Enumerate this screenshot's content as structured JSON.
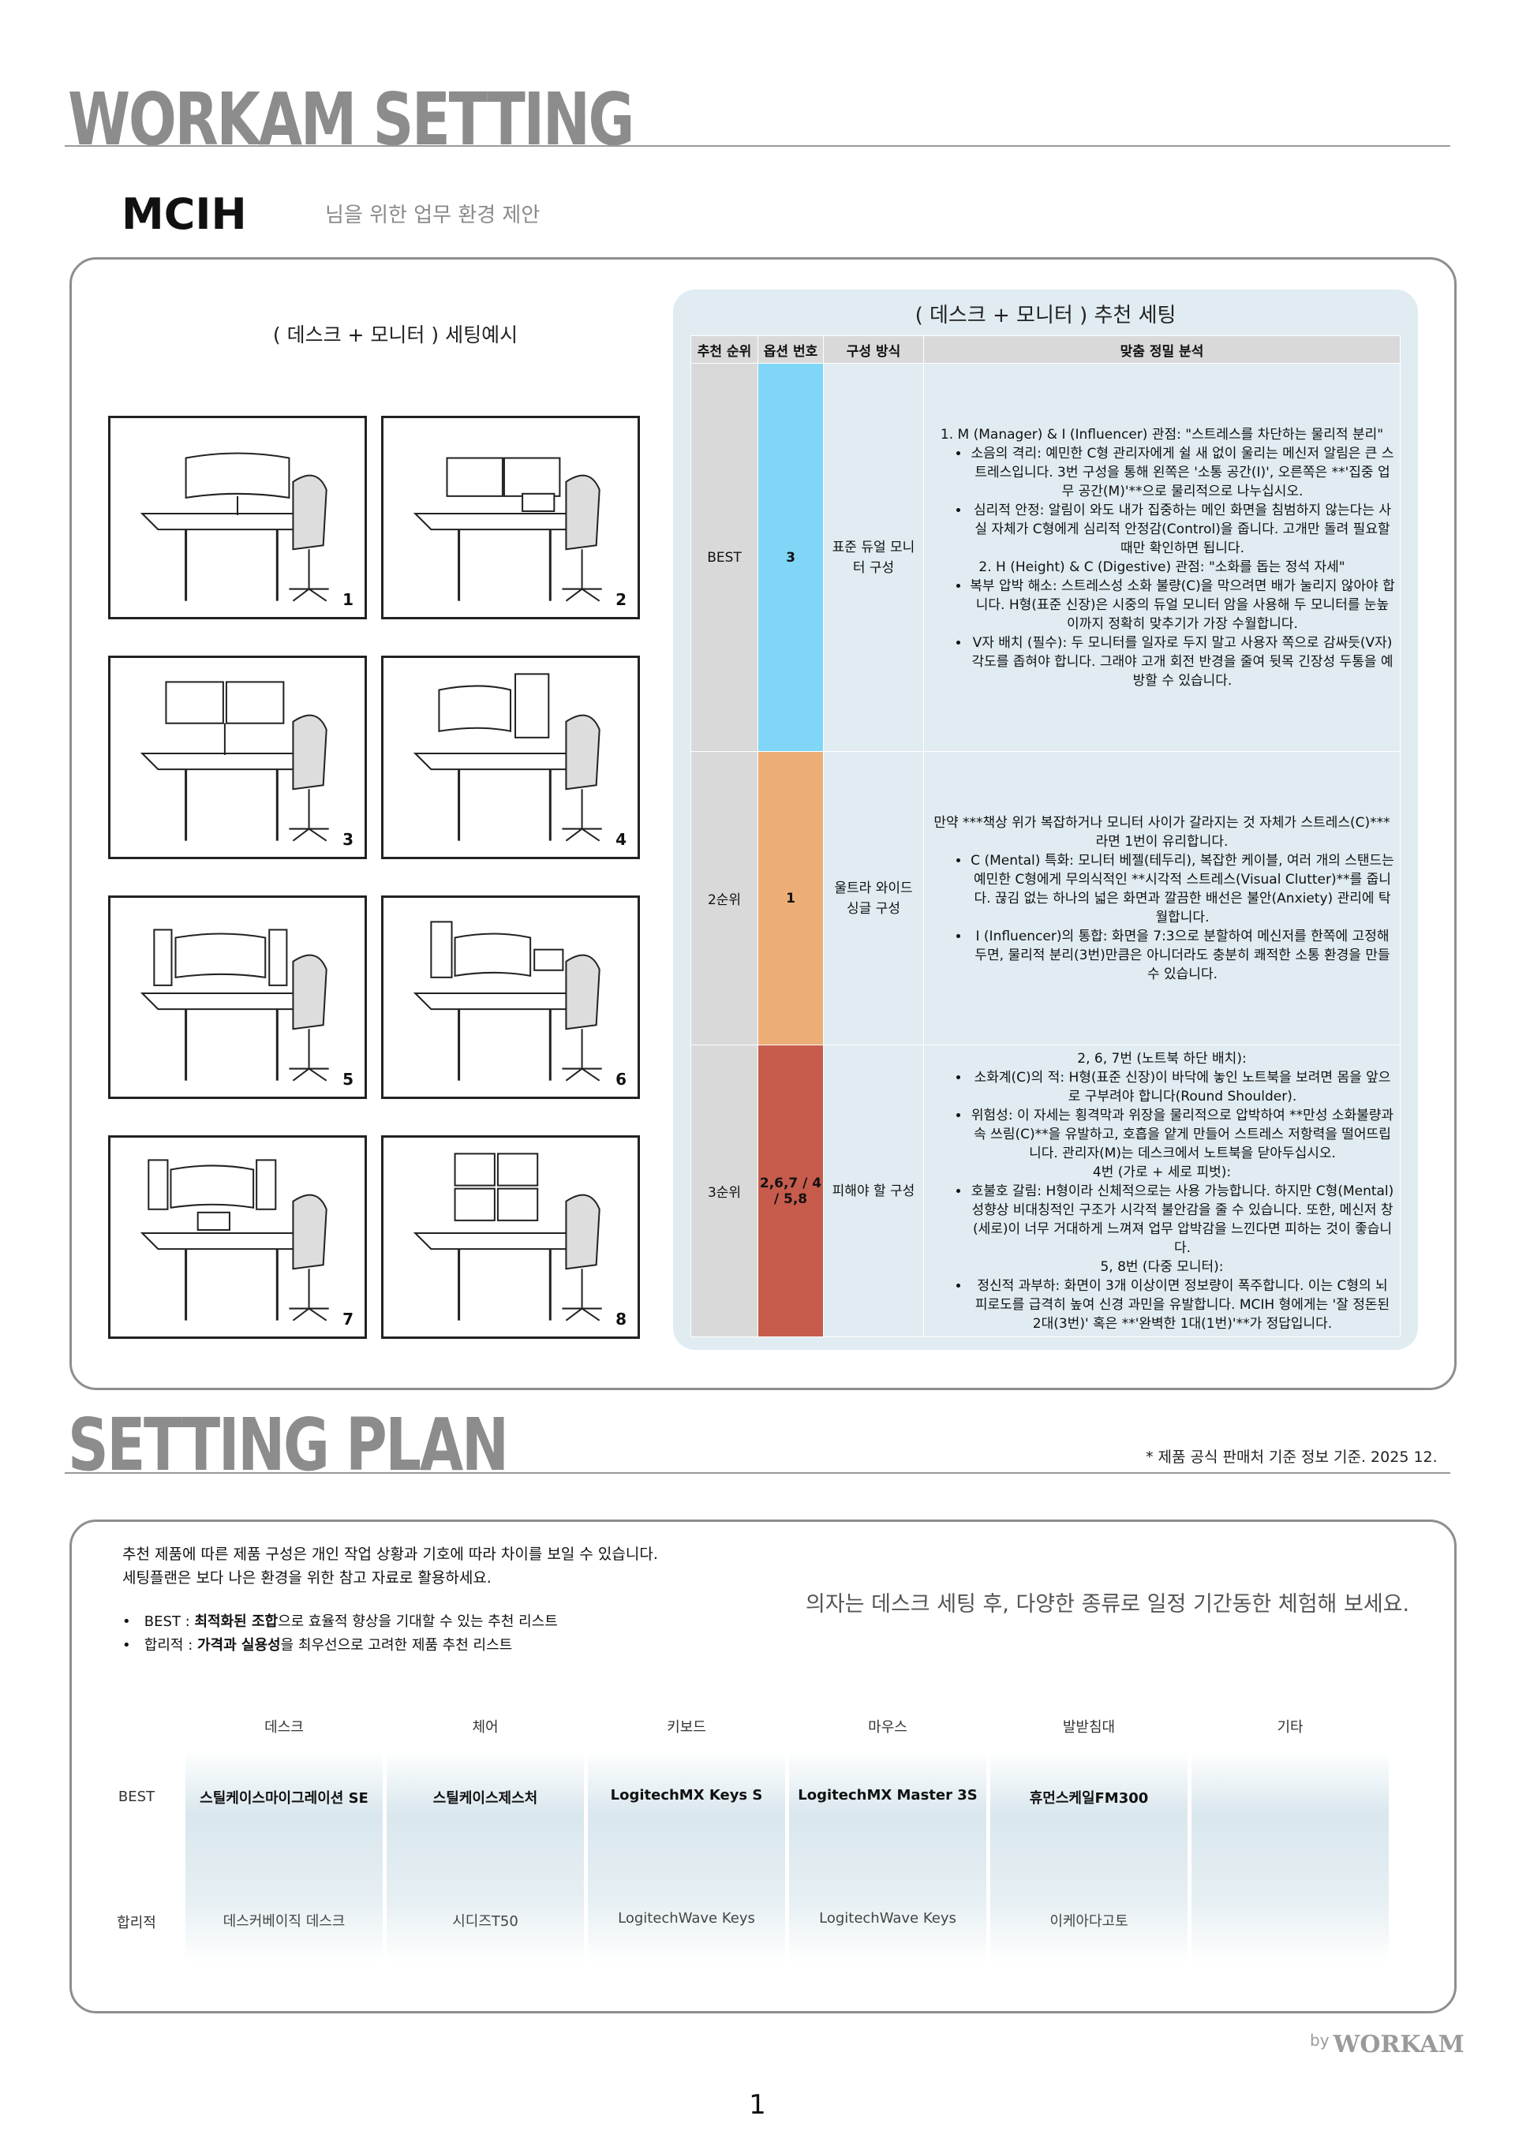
{
  "header": {
    "title": "WORKAM SETTING",
    "name": "MCIH",
    "tagline": "님을 위한 업무 환경 제안"
  },
  "examples": {
    "title": "( 데스크 + 모니터 ) 세팅예시",
    "numbers": [
      "1",
      "2",
      "3",
      "4",
      "5",
      "6",
      "7",
      "8"
    ]
  },
  "recommend": {
    "title": "( 데스크 + 모니터 ) 추천 세팅",
    "columns": [
      "추천 순위",
      "옵션 번호",
      "구성 방식",
      "맞춤 정밀 분석"
    ],
    "rows": [
      {
        "rank": "BEST",
        "option": "3",
        "composition": "표준 듀얼 모니터 구성",
        "color": "#7fd6f7",
        "blocks": [
          {
            "type": "p",
            "text": "1. M (Manager) & I (Influencer) 관점: \"스트레스를 차단하는 물리적 분리\""
          },
          {
            "type": "li",
            "text": "소음의 격리: 예민한 C형 관리자에게 쉴 새 없이 울리는 메신저 알림은 큰 스트레스입니다. 3번 구성을 통해 왼쪽은 '소통 공간(I)', 오른쪽은 **'집중 업무 공간(M)'**으로 물리적으로 나누십시오."
          },
          {
            "type": "li",
            "text": "심리적 안정: 알림이 와도 내가 집중하는 메인 화면을 침범하지 않는다는 사실 자체가 C형에게 심리적 안정감(Control)을 줍니다. 고개만 돌려 필요할 때만 확인하면 됩니다."
          },
          {
            "type": "p",
            "text": "2. H (Height) & C (Digestive) 관점: \"소화를 돕는 정석 자세\""
          },
          {
            "type": "li",
            "text": "복부 압박 해소: 스트레스성 소화 불량(C)을 막으려면 배가 눌리지 않아야 합니다. H형(표준 신장)은 시중의 듀얼 모니터 암을 사용해 두 모니터를 눈높이까지 정확히 맞추기가 가장 수월합니다."
          },
          {
            "type": "li",
            "text": "V자 배치 (필수): 두 모니터를 일자로 두지 말고 사용자 쪽으로 감싸듯(V자) 각도를 좁혀야 합니다. 그래야 고개 회전 반경을 줄여 뒷목 긴장성 두통을 예방할 수 있습니다."
          }
        ]
      },
      {
        "rank": "2순위",
        "option": "1",
        "composition": "울트라 와이드 싱글 구성",
        "color": "#ecae76",
        "blocks": [
          {
            "type": "p",
            "text": "만약 ***책상 위가 복잡하거나 모니터 사이가 갈라지는 것 자체가 스트레스(C)***라면 1번이 유리합니다."
          },
          {
            "type": "li",
            "text": "C (Mental) 특화: 모니터 베젤(테두리), 복잡한 케이블, 여러 개의 스탠드는 예민한 C형에게 무의식적인 **시각적 스트레스(Visual Clutter)**를 줍니다. 끊김 없는 하나의 넓은 화면과 깔끔한 배선은 불안(Anxiety) 관리에 탁월합니다."
          },
          {
            "type": "li",
            "text": "I (Influencer)의 통합: 화면을 7:3으로 분할하여 메신저를 한쪽에 고정해두면, 물리적 분리(3번)만큼은 아니더라도 충분히 쾌적한 소통 환경을 만들 수 있습니다."
          }
        ]
      },
      {
        "rank": "3순위",
        "option": "2,6,7 / 4 / 5,8",
        "composition": "피해야 할 구성",
        "color": "#c75c4c",
        "blocks": [
          {
            "type": "p",
            "text": "2, 6, 7번 (노트북 하단 배치):"
          },
          {
            "type": "li",
            "text": "소화계(C)의 적: H형(표준 신장)이 바닥에 놓인 노트북을 보려면 몸을 앞으로 구부려야 합니다(Round Shoulder)."
          },
          {
            "type": "li",
            "text": "위험성: 이 자세는 횡격막과 위장을 물리적으로 압박하여 **만성 소화불량과 속 쓰림(C)**을 유발하고, 호흡을 얕게 만들어 스트레스 저항력을 떨어뜨립니다. 관리자(M)는 데스크에서 노트북을 닫아두십시오."
          },
          {
            "type": "p",
            "text": "4번 (가로 + 세로 피벗):"
          },
          {
            "type": "li",
            "text": "호불호 갈림: H형이라 신체적으로는 사용 가능합니다. 하지만 C형(Mental) 성향상 비대칭적인 구조가 시각적 불안감을 줄 수 있습니다. 또한, 메신저 창(세로)이 너무 거대하게 느껴져 업무 압박감을 느낀다면 피하는 것이 좋습니다."
          },
          {
            "type": "p",
            "text": "5, 8번 (다중 모니터):"
          },
          {
            "type": "li",
            "text": "정신적 과부하: 화면이 3개 이상이면 정보량이 폭주합니다. 이는 C형의 뇌 피로도를 급격히 높여 신경 과민을 유발합니다. MCIH 형에게는 '잘 정돈된 2대(3번)' 혹은 **'완벽한 1대(1번)'**가 정답입니다."
          }
        ]
      }
    ]
  },
  "plan": {
    "title": "SETTING PLAN",
    "note": "* 제품 공식 판매처 기준  정보 기준. 2025 12.",
    "intro1": "추천 제품에 따른 제품 구성은 개인 작업 상황과 기호에 따라 차이를 보일 수 있습니다.",
    "intro2": "세팅플랜은 보다 나은 환경을 위한 참고 자료로 활용하세요.",
    "bullet1_pre": "BEST : ",
    "bullet1_bold": "최적화된 조합",
    "bullet1_post": "으로 효율적 향상을 기대할 수 있는 추천 리스트",
    "bullet2_pre": "합리적 : ",
    "bullet2_bold": "가격과 실용성",
    "bullet2_post": "을 최우선으로 고려한 제품 추천 리스트",
    "callout": "의자는 데스크 세팅 후, 다양한 종류로 일정 기간동한 체험해 보세요.",
    "categories": [
      "데스크",
      "체어",
      "키보드",
      "마우스",
      "발받침대",
      "기타"
    ],
    "best_label": "BEST",
    "reasonable_label": "합리적",
    "best": [
      "스틸케이스마이그레이션 SE",
      "스틸케이스제스처",
      "LogitechMX Keys S",
      "LogitechMX Master 3S",
      "휴먼스케일FM300",
      ""
    ],
    "reasonable": [
      "데스커베이직 데스크",
      "시디즈T50",
      "LogitechWave Keys",
      "LogitechWave Keys",
      "이케아다고토",
      ""
    ]
  },
  "footer": {
    "by": "by",
    "brand": "WORKAM",
    "page": "1"
  }
}
